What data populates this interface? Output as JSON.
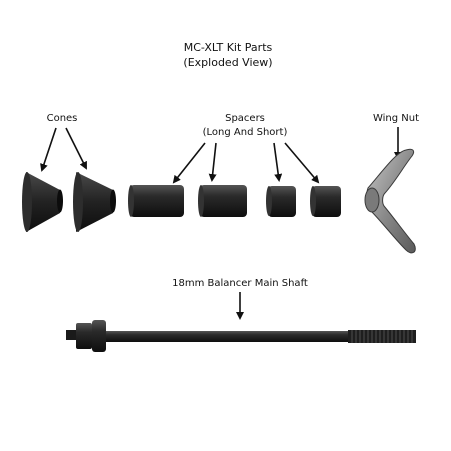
{
  "title": {
    "line1": "MC-XLT Kit Parts",
    "line2": "(Exploded View)"
  },
  "parts": {
    "cones": {
      "label": "Cones"
    },
    "spacers": {
      "label_line1": "Spacers",
      "label_line2": "(Long And Short)"
    },
    "wing_nut": {
      "label": "Wing Nut"
    },
    "main_shaft": {
      "label": "18mm Balancer Main Shaft"
    }
  },
  "colors": {
    "part_dark": "#1c1c1c",
    "part_shade": "#444444",
    "wing_nut_metal": "#9a9a9a",
    "text": "#111111"
  }
}
